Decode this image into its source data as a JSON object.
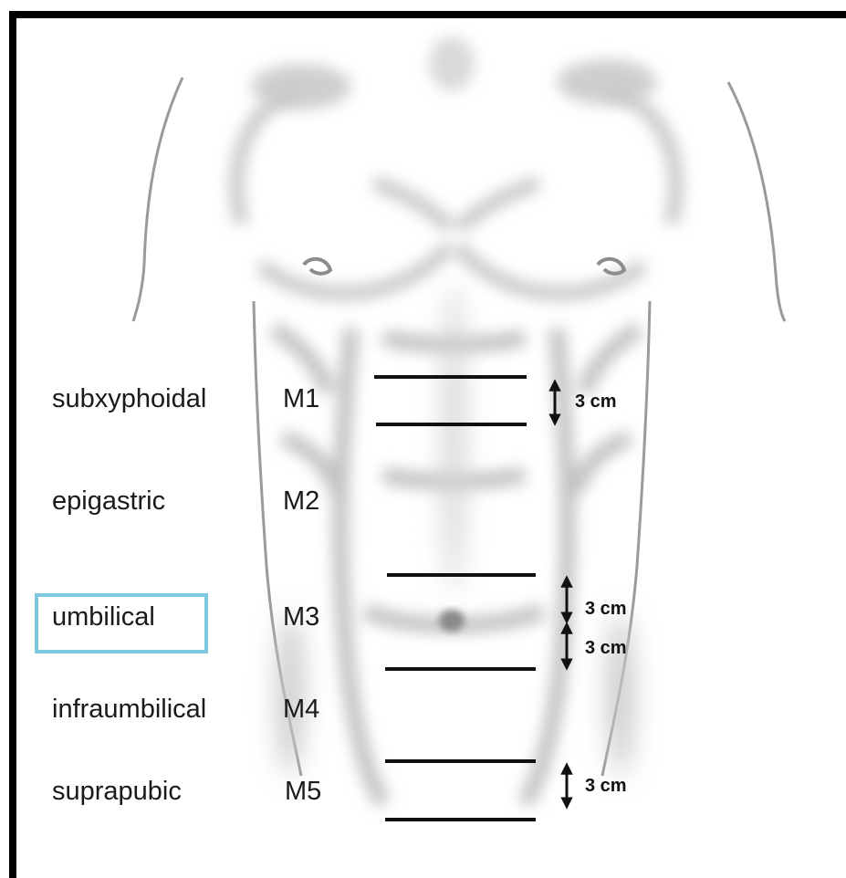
{
  "regions": [
    {
      "label": "subxyphoidal",
      "segment": "M1"
    },
    {
      "label": "epigastric",
      "segment": "M2"
    },
    {
      "label": "umbilical",
      "segment": "M3",
      "highlighted": true
    },
    {
      "label": "infraumbilical",
      "segment": "M4"
    },
    {
      "label": "suprapubic",
      "segment": "M5"
    }
  ],
  "dimensions": [
    {
      "label": "3 cm"
    },
    {
      "label": "3 cm"
    },
    {
      "label": "3 cm"
    },
    {
      "label": "3 cm"
    }
  ],
  "colors": {
    "highlight": "#7fc7df",
    "line": "#111111",
    "shading": "#bdbdbd"
  }
}
